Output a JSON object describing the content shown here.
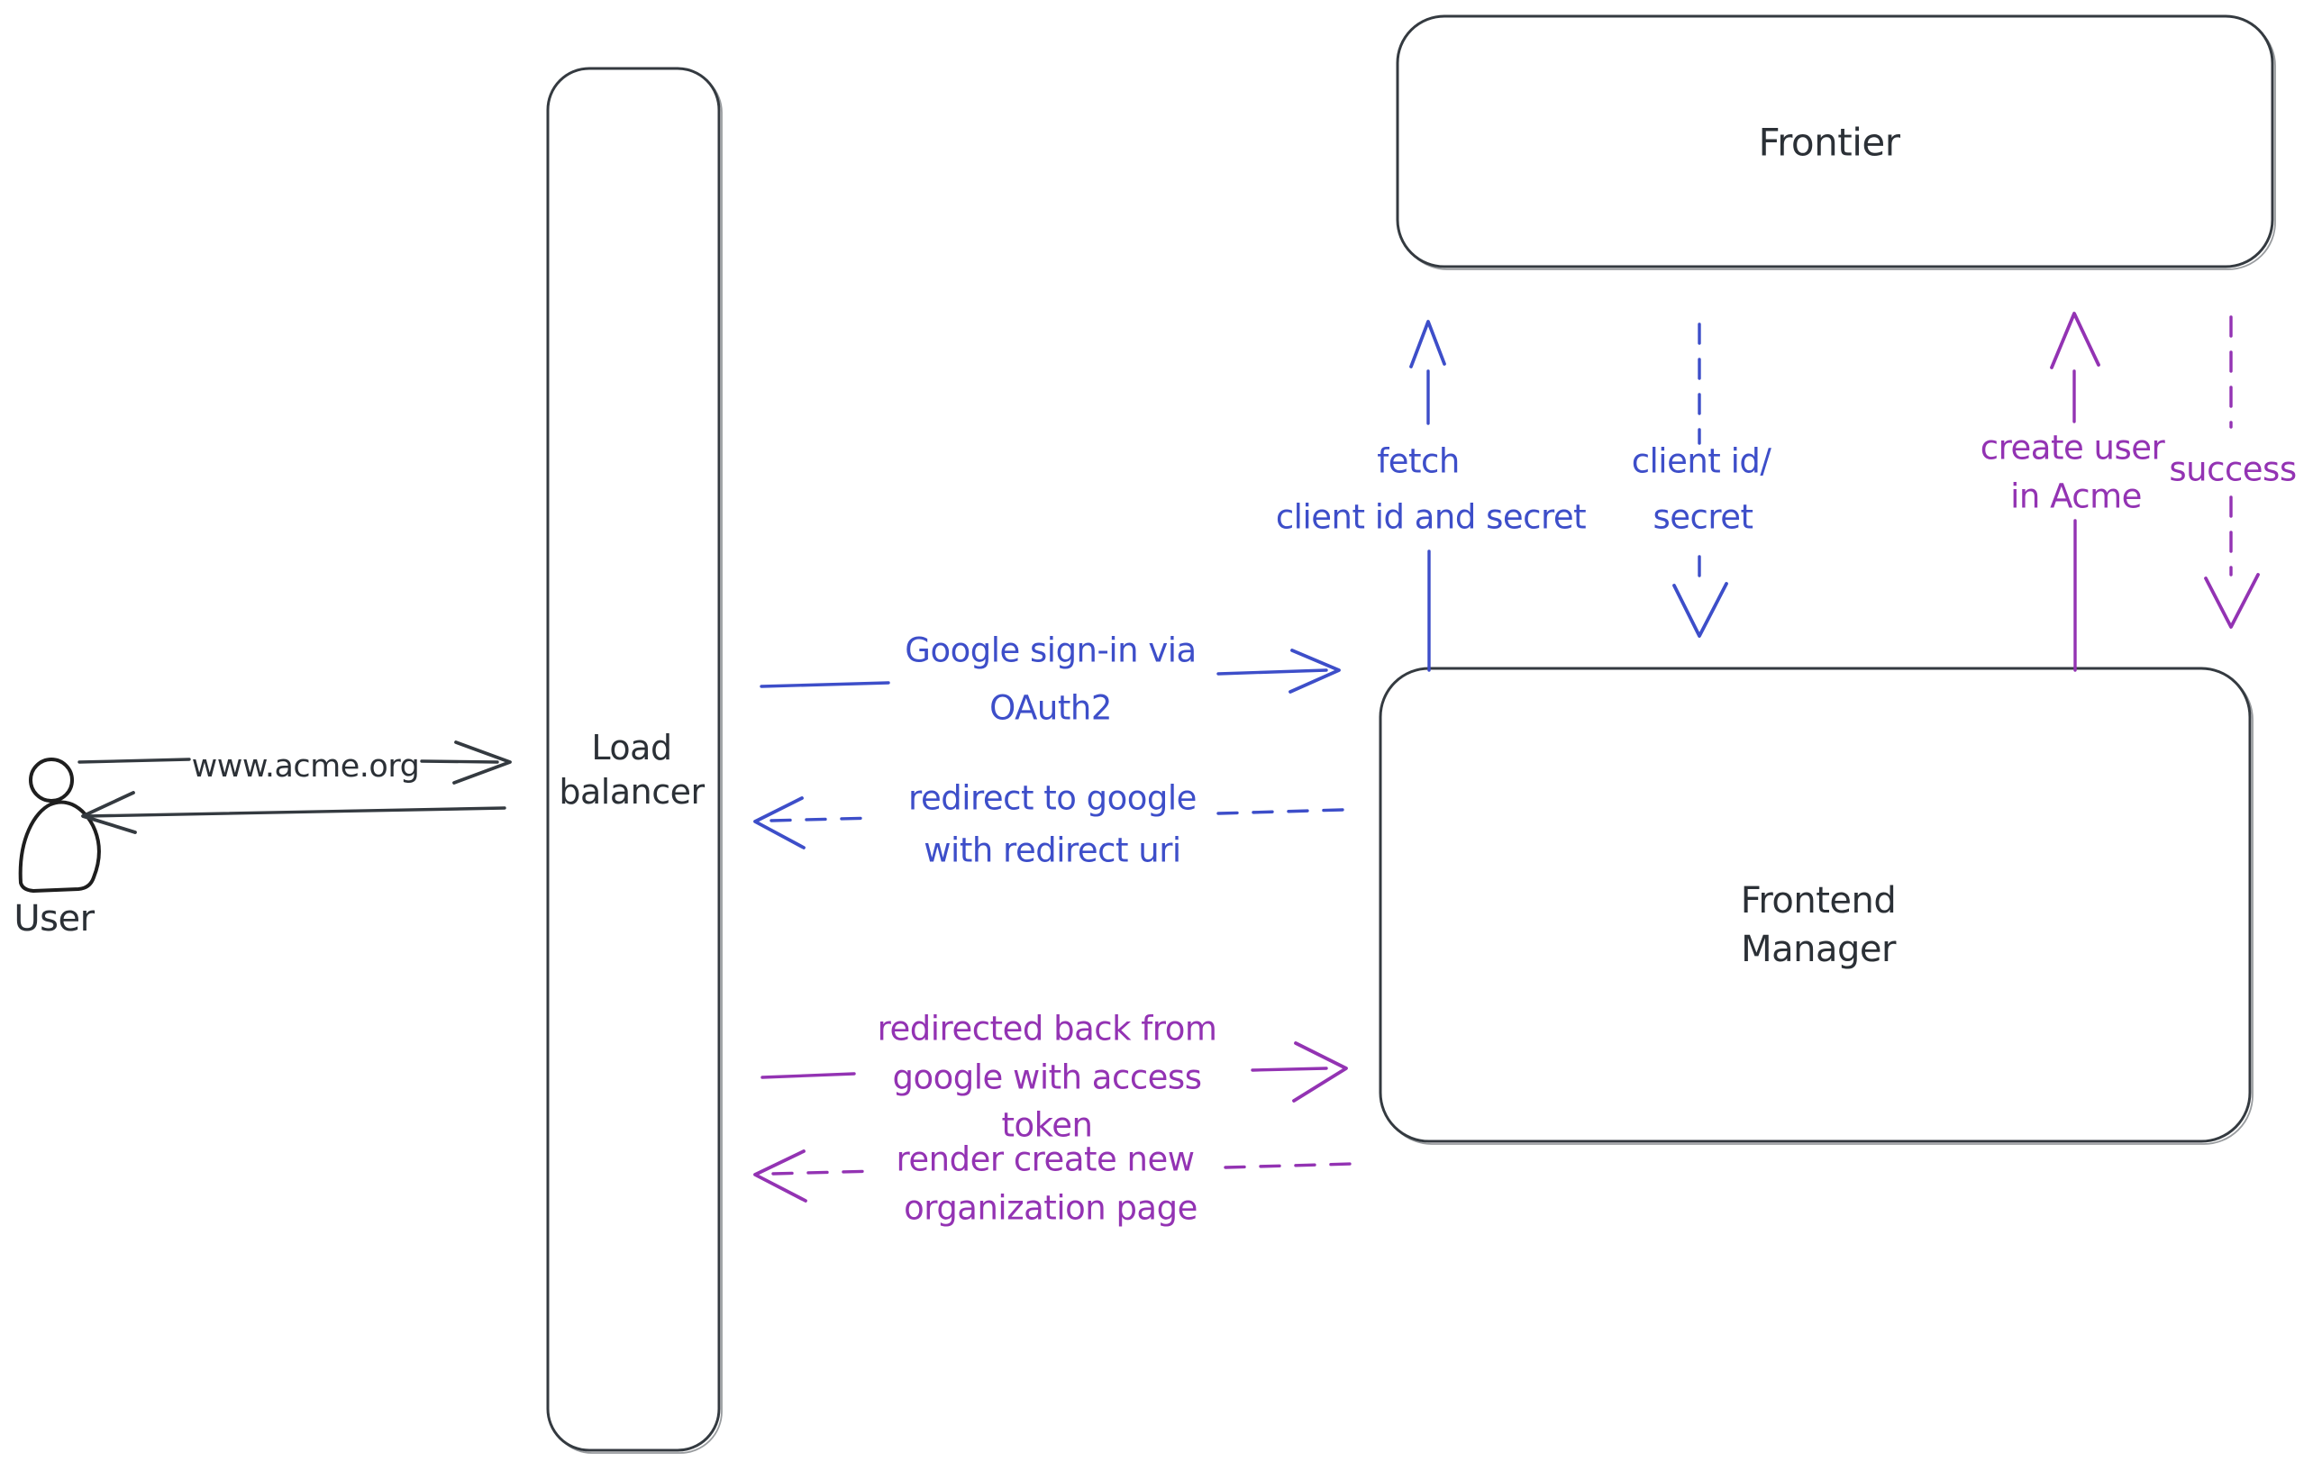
{
  "title": "Acme sign-in flow diagram",
  "colors": {
    "ink": "#343a40",
    "text": "#2b3036",
    "blue": "#3d4ec9",
    "purple": "#9333b3",
    "hatch": "#ccd5dd",
    "background": "#ffffff"
  },
  "actors": {
    "user": {
      "label": "User"
    },
    "load_balancer": {
      "lines": [
        "Load",
        "balancer"
      ]
    },
    "frontier": {
      "label": "Frontier"
    },
    "frontend_manager": {
      "lines": [
        "Frontend",
        "Manager"
      ]
    }
  },
  "flows": {
    "www_request": {
      "label": "www.acme.org",
      "from": "user",
      "to": "load_balancer",
      "style": "solid",
      "color": "ink",
      "direction": "right"
    },
    "www_response": {
      "label": "",
      "from": "load_balancer",
      "to": "user",
      "style": "solid",
      "color": "ink",
      "direction": "left"
    },
    "google_signin": {
      "lines": [
        "Google sign-in via",
        "OAuth2"
      ],
      "from": "load_balancer",
      "to": "frontend_manager",
      "style": "solid",
      "color": "blue",
      "direction": "right"
    },
    "redirect_google": {
      "lines": [
        "redirect to google",
        "with redirect uri"
      ],
      "from": "frontend_manager",
      "to": "load_balancer",
      "style": "dashed",
      "color": "blue",
      "direction": "left"
    },
    "fetch_secret": {
      "lines": [
        "fetch",
        "client id and secret"
      ],
      "from": "frontend_manager",
      "to": "frontier",
      "style": "solid",
      "color": "blue",
      "direction": "up"
    },
    "client_id_secret": {
      "lines": [
        "client id/",
        "secret"
      ],
      "from": "frontier",
      "to": "frontend_manager",
      "style": "dashed",
      "color": "blue",
      "direction": "down"
    },
    "create_user": {
      "lines": [
        "create user",
        "in Acme"
      ],
      "from": "frontend_manager",
      "to": "frontier",
      "style": "solid",
      "color": "purple",
      "direction": "up"
    },
    "success": {
      "label": "success",
      "from": "frontier",
      "to": "frontend_manager",
      "style": "dashed",
      "color": "purple",
      "direction": "down"
    },
    "redirected_back": {
      "lines": [
        "redirected back from",
        "google with access",
        "token"
      ],
      "from": "load_balancer",
      "to": "frontend_manager",
      "style": "solid",
      "color": "purple",
      "direction": "right"
    },
    "render_page": {
      "lines": [
        "render create new",
        "organization page"
      ],
      "from": "frontend_manager",
      "to": "load_balancer",
      "style": "dashed",
      "color": "purple",
      "direction": "left"
    }
  }
}
